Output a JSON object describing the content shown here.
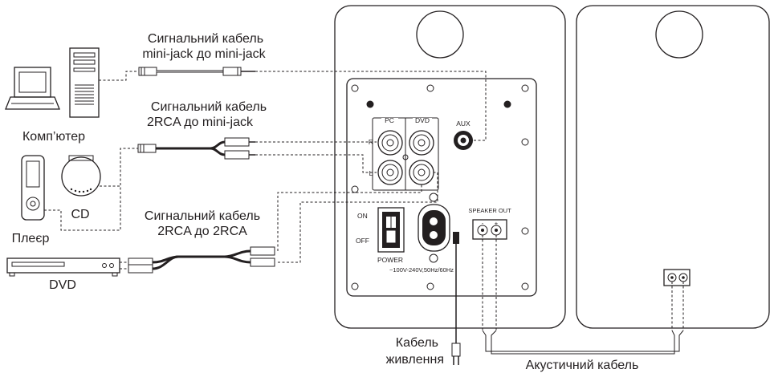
{
  "labels": {
    "computer": "Комп’ютер",
    "player": "Плеєр",
    "cd": "CD",
    "dvd_device": "DVD",
    "cable_minijack_line1": "Сигнальний кабель",
    "cable_minijack_line2": "mini-jack до mini-jack",
    "cable_2rca_minijack_line1": "Сигнальний кабель",
    "cable_2rca_minijack_line2": "2RCA до mini-jack",
    "cable_2rca_2rca_line1": "Сигнальний кабель",
    "cable_2rca_2rca_line2": "2RCA до 2RCA",
    "power_cable_line1": "Кабель",
    "power_cable_line2": "живлення",
    "speaker_cable": "Акустичний кабель"
  },
  "panel": {
    "pc": "PC",
    "dvd": "DVD",
    "aux": "AUX",
    "r": "R",
    "l": "L",
    "on": "ON",
    "off": "OFF",
    "power": "POWER",
    "voltage": "~100V-240V,50Hz/60Hz",
    "speaker_out": "SPEAKER OUT",
    "minus": "-",
    "plus": "+"
  }
}
